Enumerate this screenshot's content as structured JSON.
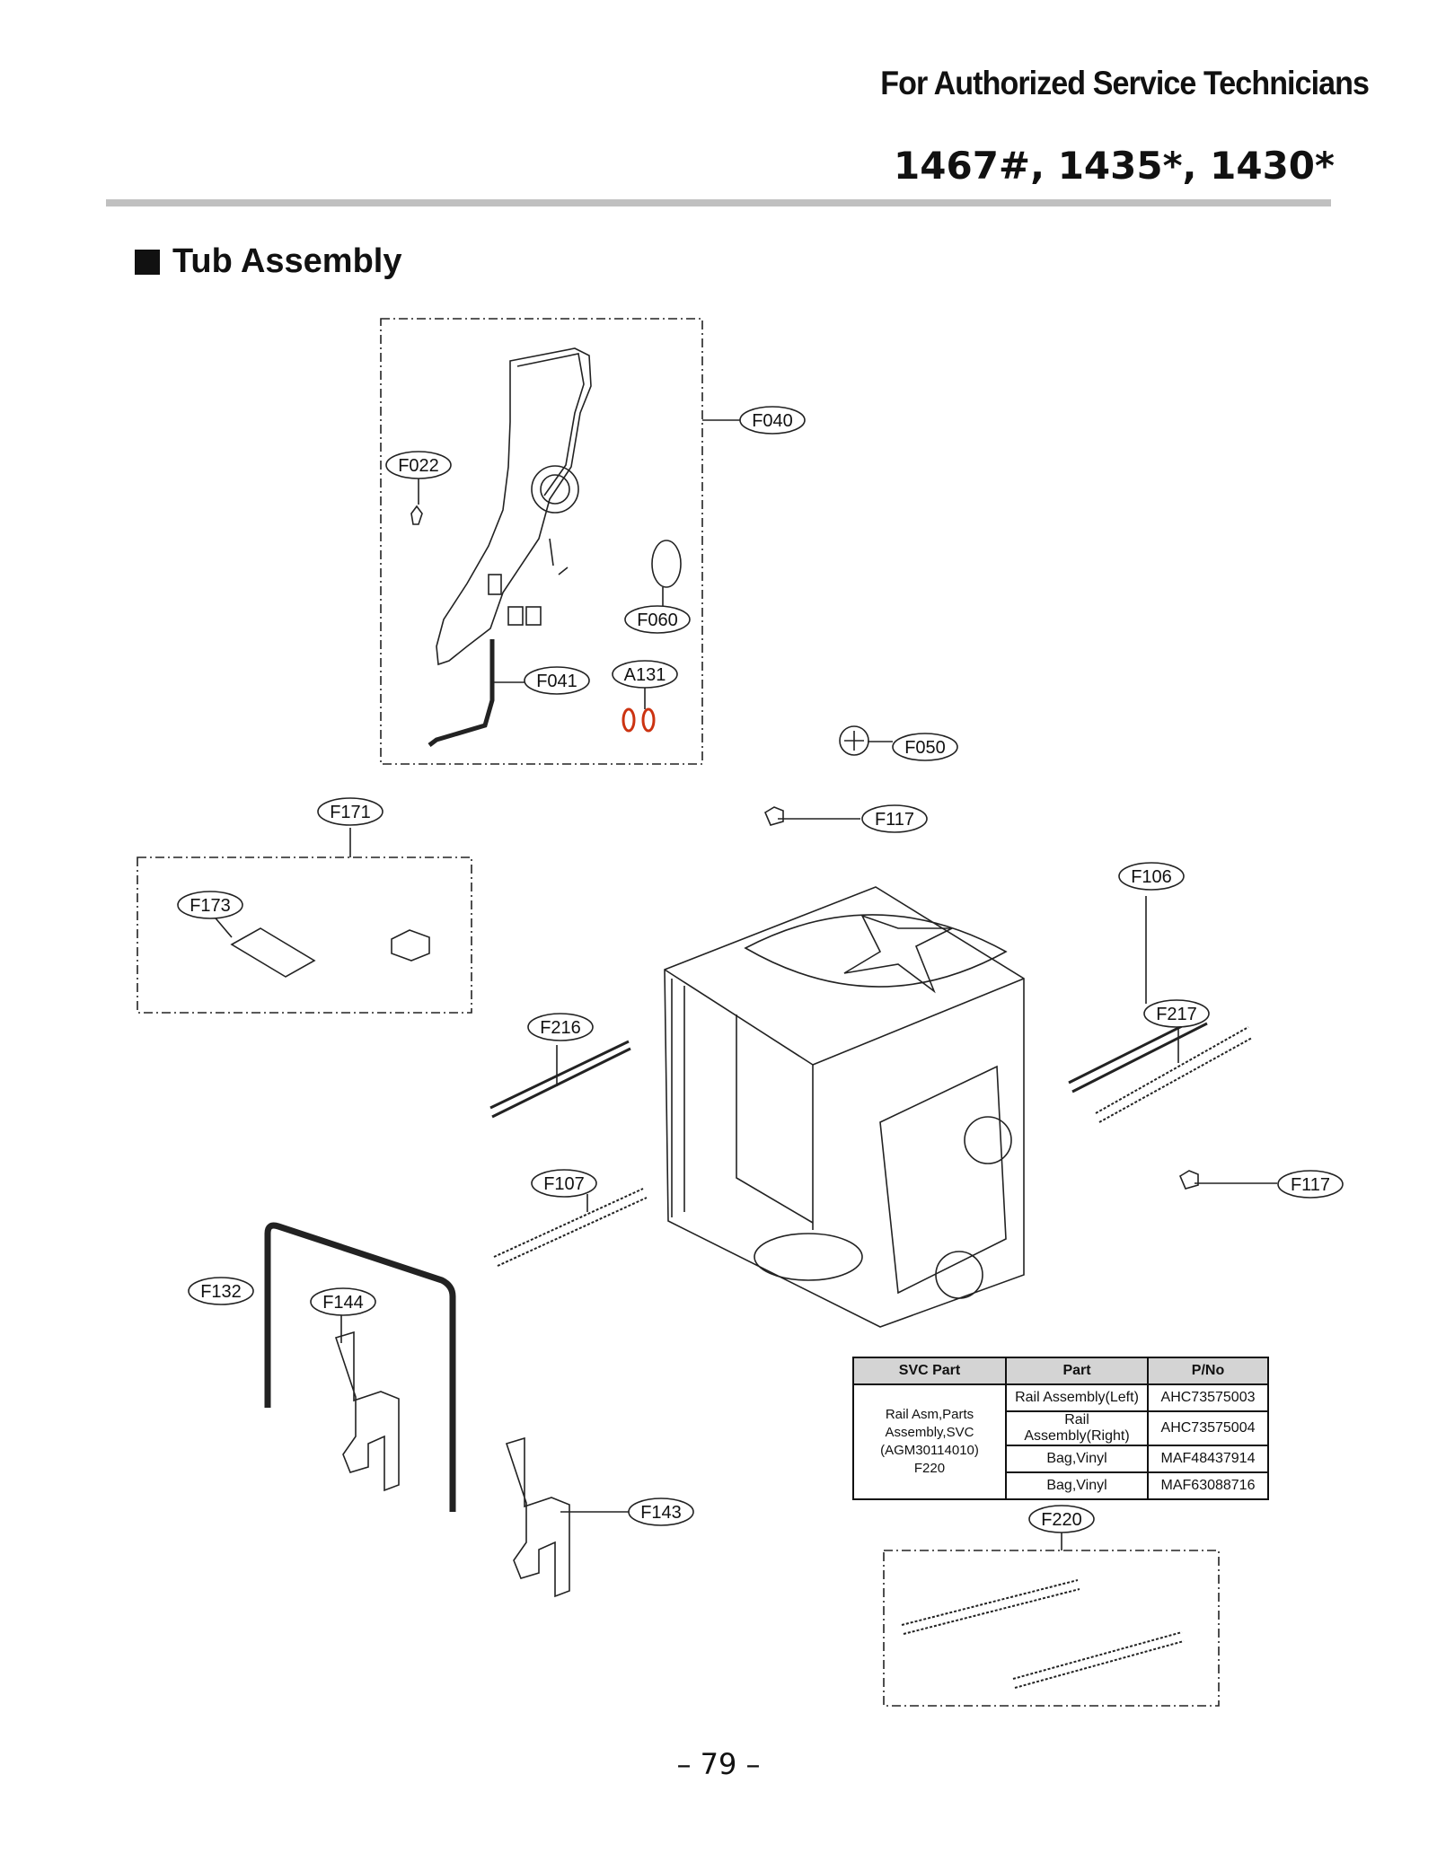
{
  "header": {
    "audience": "For Authorized Service Technicians",
    "models": "1467#, 1435*, 1430*"
  },
  "section": {
    "title": "Tub Assembly"
  },
  "callouts": {
    "f040": "F040",
    "f022": "F022",
    "f060": "F060",
    "f041": "F041",
    "a131": "A131",
    "f050": "F050",
    "f171": "F171",
    "f117a": "F117",
    "f173": "F173",
    "f106": "F106",
    "f216": "F216",
    "f217": "F217",
    "f107": "F107",
    "f117b": "F117",
    "f132": "F132",
    "f144": "F144",
    "f143": "F143",
    "f220": "F220"
  },
  "svc_table": {
    "headers": [
      "SVC Part",
      "Part",
      "P/No"
    ],
    "svc_part_lines": [
      "Rail Asm,Parts",
      "Assembly,SVC",
      "(AGM30114010)",
      "F220"
    ],
    "rows": [
      {
        "part": "Rail Assembly(Left)",
        "pno": "AHC73575003"
      },
      {
        "part": "Rail Assembly(Right)",
        "pno": "AHC73575004"
      },
      {
        "part": "Bag,Vinyl",
        "pno": "MAF48437914"
      },
      {
        "part": "Bag,Vinyl",
        "pno": "MAF63088716"
      }
    ]
  },
  "page_number": "– 79 –"
}
